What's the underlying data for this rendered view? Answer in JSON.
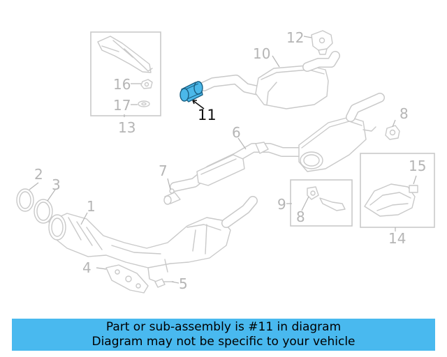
{
  "callouts": {
    "c1": "1",
    "c2": "2",
    "c3": "3",
    "c4": "4",
    "c5": "5",
    "c6": "6",
    "c7": "7",
    "c8a": "8",
    "c8b": "8",
    "c9": "9",
    "c10": "10",
    "c11": "11",
    "c12": "12",
    "c13": "13",
    "c14": "14",
    "c15": "15",
    "c16": "16",
    "c17": "17"
  },
  "highlighted_part": "11",
  "colors": {
    "highlight": "#4bb8e9",
    "banner": "#49b9ef",
    "line": "#c9c9c9"
  },
  "banner": {
    "line1": "Part or sub-assembly is #11 in diagram",
    "line2": "Diagram may not be specific to your vehicle"
  }
}
